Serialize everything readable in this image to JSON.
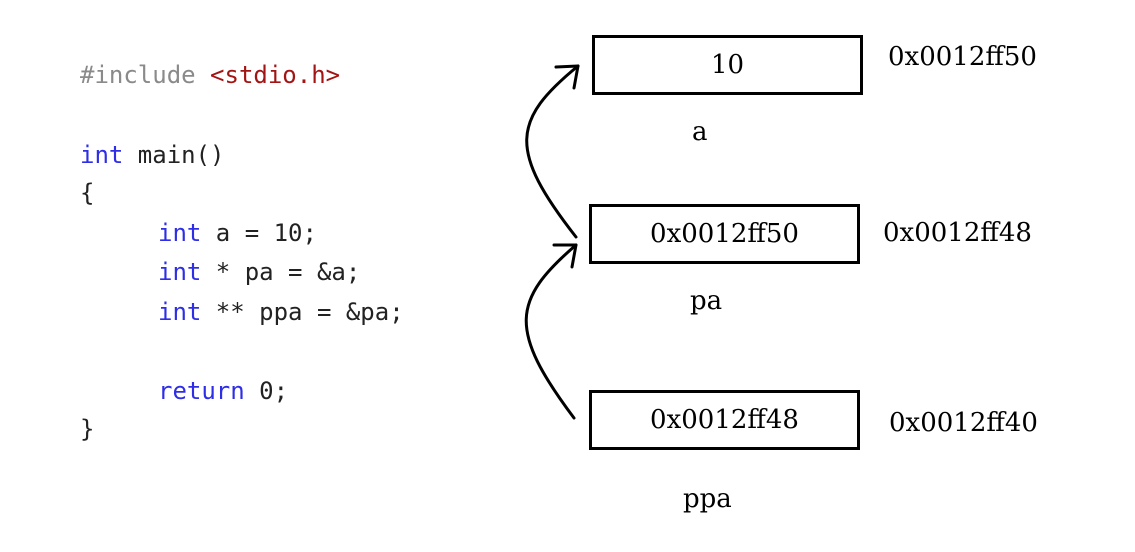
{
  "code": {
    "include_directive": "#include",
    "include_header": "<stdio.h>",
    "main_type": "int",
    "main_name": " main()",
    "open_brace": "{",
    "line_a_type": "int",
    "line_a_rest": " a = 10;",
    "line_pa_type": "int",
    "line_pa_rest": " * pa = &a;",
    "line_ppa_type": "int",
    "line_ppa_rest": " ** ppa = &pa;",
    "return_kw": "return",
    "return_rest": " 0;",
    "close_brace": "}"
  },
  "memory": {
    "a": {
      "value": "10",
      "address": "0x0012ff50",
      "name": "a"
    },
    "pa": {
      "value": "0x0012ff50",
      "address": "0x0012ff48",
      "name": "pa"
    },
    "ppa": {
      "value": "0x0012ff48",
      "address": "0x0012ff40",
      "name": "ppa"
    }
  },
  "colors": {
    "keyword": "#2e2ee6",
    "preprocessor": "#8a8a8a",
    "include_path": "#a31515",
    "text": "#222222"
  }
}
